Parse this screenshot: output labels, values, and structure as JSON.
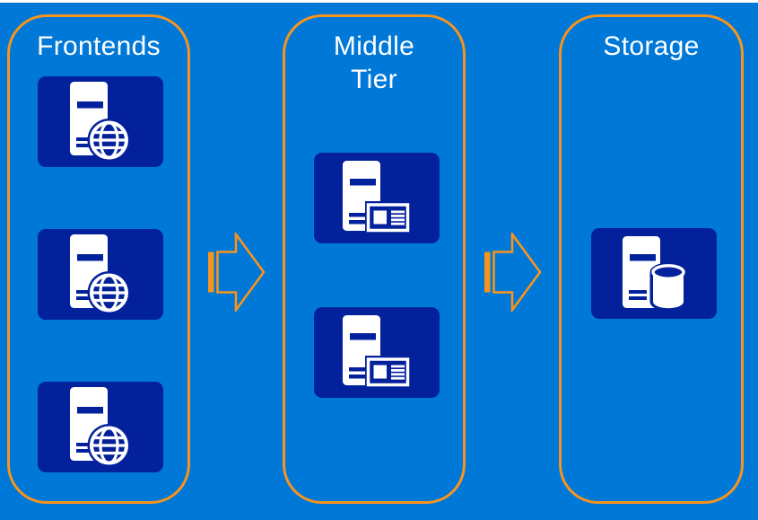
{
  "canvas": {
    "background_color": "#0078D7",
    "top_edge_color": "#FFFFFF",
    "accent_color": "#F7941D",
    "tile_color": "#04219C",
    "icon_color": "#FFFFFF"
  },
  "columns": [
    {
      "title": "Frontends",
      "icon": "server-globe-icon",
      "node_count": 3
    },
    {
      "title": "Middle Tier",
      "icon": "server-app-icon",
      "node_count": 2
    },
    {
      "title": "Storage",
      "icon": "server-database-icon",
      "node_count": 1
    }
  ],
  "connectors": [
    {
      "shape": "striped-right-arrow-icon",
      "from": "Frontends",
      "to": "Middle Tier"
    },
    {
      "shape": "striped-right-arrow-icon",
      "from": "Middle Tier",
      "to": "Storage"
    }
  ]
}
